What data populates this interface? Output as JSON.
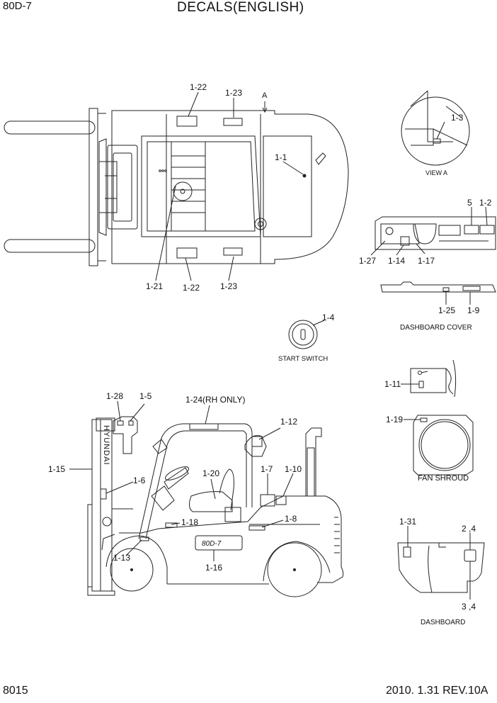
{
  "header": {
    "model": "80D-7",
    "title": "DECALS(ENGLISH)"
  },
  "footer": {
    "page_code": "8015",
    "revision": "2010. 1.31  REV.10A"
  },
  "view_labels": {
    "view_marker": "A",
    "view_a": "VIEW A",
    "dashboard_cover": "DASHBOARD COVER",
    "start_switch": "START SWITCH",
    "fan_shroud": "FAN SHROUD",
    "dashboard": "DASHBOARD"
  },
  "embossed_text": {
    "mast_brand": "HYUNDAI",
    "body_badge": "80D-7"
  },
  "callouts": {
    "c1_22_top": "1-22",
    "c1_23_top": "1-23",
    "c1_1": "1-1",
    "c1_21": "1-21",
    "c1_22_bot": "1-22",
    "c1_23_bot": "1-23",
    "c1_3": "1-3",
    "c5": "5",
    "c1_2": "1-2",
    "c1_27": "1-27",
    "c1_14": "1-14",
    "c1_17": "1-17",
    "c1_25": "1-25",
    "c1_9": "1-9",
    "c1_4": "1-4",
    "c1_11": "1-11",
    "c1_19": "1-19",
    "c1_28": "1-28",
    "c1_5": "1-5",
    "c1_24": "1-24(RH ONLY)",
    "c1_12": "1-12",
    "c1_15": "1-15",
    "c1_6": "1-6",
    "c1_20": "1-20",
    "c1_7": "1-7",
    "c1_10": "1-10",
    "c1_18": "1-18",
    "c1_8": "1-8",
    "c1_13": "1-13",
    "c1_16": "1-16",
    "c1_31": "1-31",
    "c2_4": "2 ,4",
    "c3_4": "3 ,4"
  }
}
